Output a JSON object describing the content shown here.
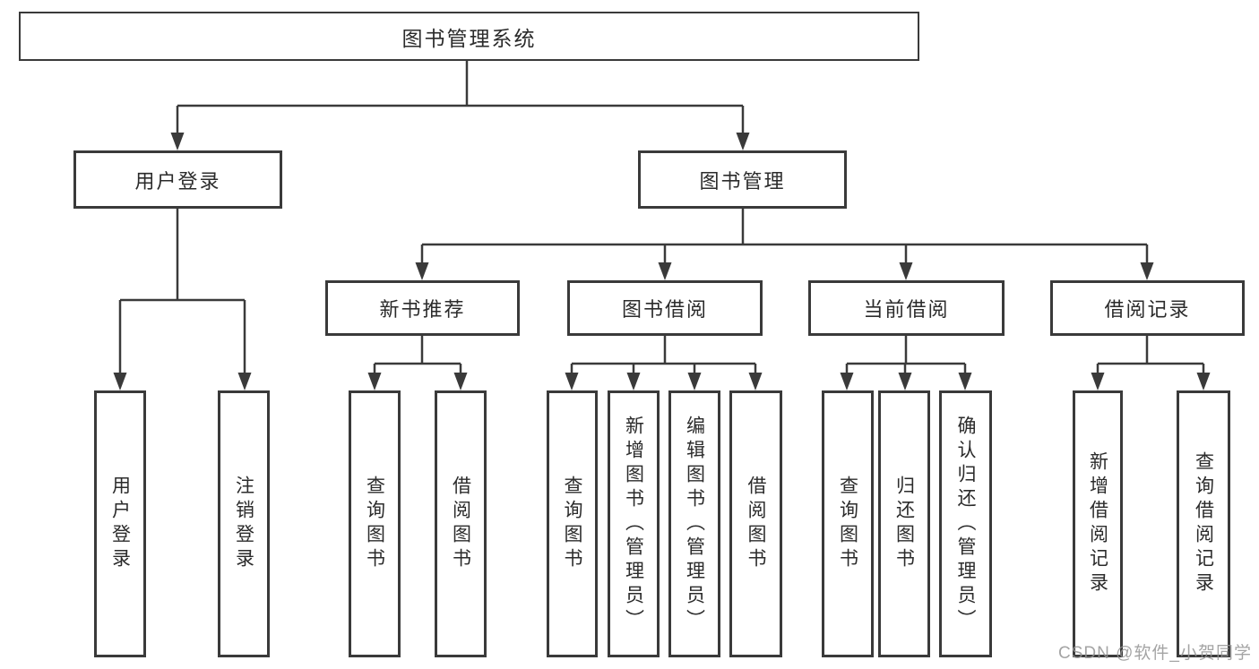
{
  "diagram": {
    "root": {
      "label": "图书管理系统"
    },
    "branches": [
      {
        "label": "用户登录",
        "children": [
          {
            "label": "用户登录"
          },
          {
            "label": "注销登录"
          }
        ]
      },
      {
        "label": "图书管理",
        "children": [
          {
            "label": "新书推荐",
            "children": [
              {
                "label": "查询图书"
              },
              {
                "label": "借阅图书"
              }
            ]
          },
          {
            "label": "图书借阅",
            "children": [
              {
                "label": "查询图书"
              },
              {
                "label": "新增图书（管理员）"
              },
              {
                "label": "编辑图书（管理员）"
              },
              {
                "label": "借阅图书"
              }
            ]
          },
          {
            "label": "当前借阅",
            "children": [
              {
                "label": "查询图书"
              },
              {
                "label": "归还图书"
              },
              {
                "label": "确认归还（管理员）"
              }
            ]
          },
          {
            "label": "借阅记录",
            "children": [
              {
                "label": "新增借阅记录"
              },
              {
                "label": "查询借阅记录"
              }
            ]
          }
        ]
      }
    ]
  },
  "watermark": {
    "text": "CSDN @软件_小贺同学"
  },
  "colors": {
    "line": "#3a3a3a",
    "text": "#2b2b2b",
    "watermark": "#949494",
    "background": "#ffffff"
  }
}
